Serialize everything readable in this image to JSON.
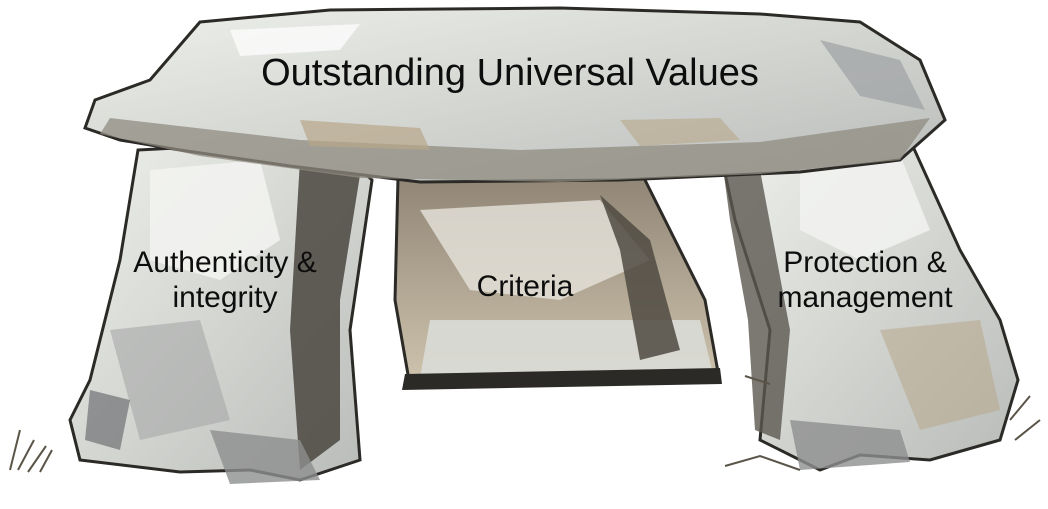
{
  "diagram": {
    "capstone_label": "Outstanding Universal Values",
    "pillars": [
      {
        "line1": "Authenticity &",
        "line2": "integrity"
      },
      {
        "line1": "Criteria",
        "line2": ""
      },
      {
        "line1": "Protection &",
        "line2": "management"
      }
    ]
  },
  "colors": {
    "stone_light": "#e9ebe6",
    "stone_mid": "#b9bcc0",
    "stone_dark": "#6f7173",
    "stone_tan": "#b8a78a",
    "stone_shadow": "#2c2a26",
    "grass": "#5a5548"
  }
}
